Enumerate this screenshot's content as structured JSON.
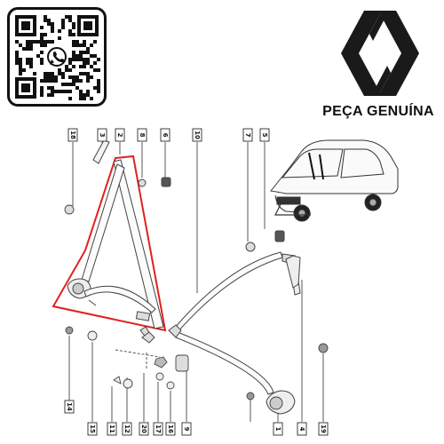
{
  "brand": {
    "tagline": "PEÇA GENUÍNA",
    "logo_icon": "renault-diamond-logo-icon"
  },
  "qr": {
    "icon": "whatsapp-icon"
  },
  "colors": {
    "highlight": "#e02020",
    "ink": "#111111",
    "part_line": "#444444"
  },
  "callouts": {
    "top": [
      "18",
      "3",
      "2",
      "8",
      "6",
      "10",
      "7",
      "5"
    ],
    "bottom": [
      "15",
      "11",
      "12",
      "20",
      "17",
      "16",
      "9",
      "1",
      "4",
      "19"
    ],
    "items": [
      {
        "id": "c18t",
        "label": "18"
      },
      {
        "id": "c3",
        "label": "3"
      },
      {
        "id": "c2",
        "label": "2"
      },
      {
        "id": "c8",
        "label": "8"
      },
      {
        "id": "c6",
        "label": "6"
      },
      {
        "id": "c10",
        "label": "10"
      },
      {
        "id": "c7",
        "label": "7"
      },
      {
        "id": "c5",
        "label": "5"
      },
      {
        "id": "c14",
        "label": "14"
      },
      {
        "id": "c15",
        "label": "15"
      },
      {
        "id": "c11",
        "label": "11"
      },
      {
        "id": "c12",
        "label": "12"
      },
      {
        "id": "c20",
        "label": "20"
      },
      {
        "id": "c17",
        "label": "17"
      },
      {
        "id": "c16",
        "label": "16"
      },
      {
        "id": "c9",
        "label": "9"
      },
      {
        "id": "c1",
        "label": "1"
      },
      {
        "id": "c4",
        "label": "4"
      },
      {
        "id": "c19",
        "label": "19"
      }
    ]
  }
}
